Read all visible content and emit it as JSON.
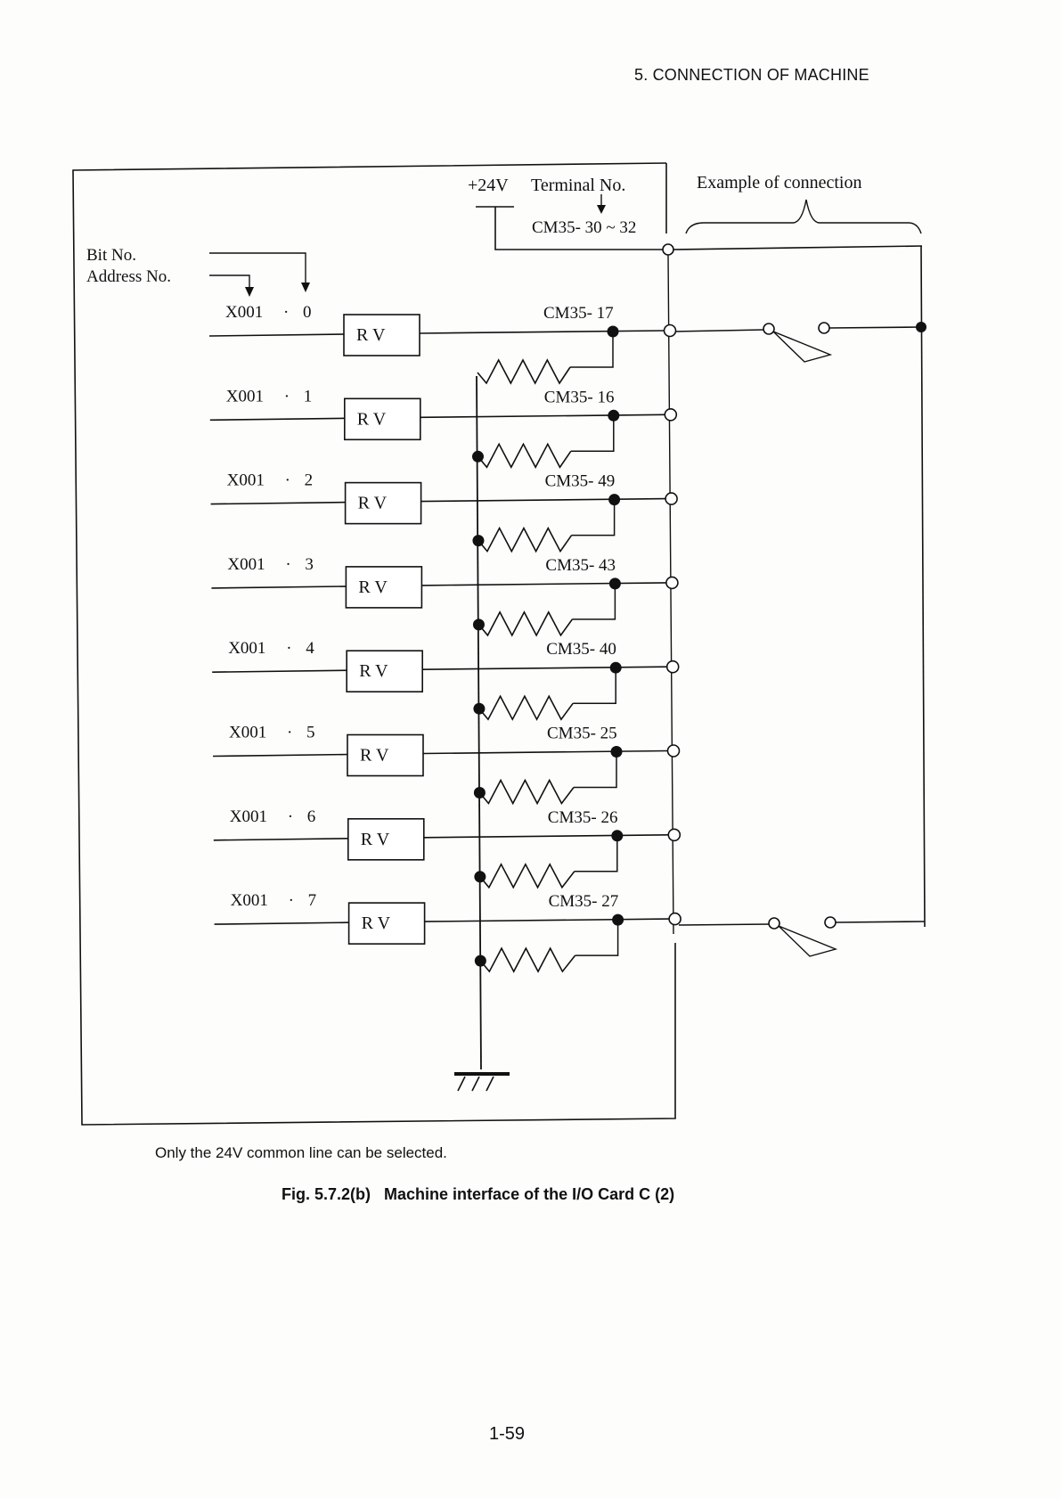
{
  "header": {
    "section": "5.  CONNECTION OF MACHINE"
  },
  "diagram": {
    "supply_label": "+24V",
    "terminal_label": "Terminal No.",
    "common_terminal": "CM35- 30 ~ 32",
    "example_label": "Example of connection",
    "bit_label": "Bit No.",
    "address_label": "Address No.",
    "receiver_label": "R V",
    "channels": [
      {
        "address": "X001",
        "bit": "0",
        "terminal": "CM35- 17"
      },
      {
        "address": "X001",
        "bit": "1",
        "terminal": "CM35- 16"
      },
      {
        "address": "X001",
        "bit": "2",
        "terminal": "CM35- 49"
      },
      {
        "address": "X001",
        "bit": "3",
        "terminal": "CM35- 43"
      },
      {
        "address": "X001",
        "bit": "4",
        "terminal": "CM35- 40"
      },
      {
        "address": "X001",
        "bit": "5",
        "terminal": "CM35- 25"
      },
      {
        "address": "X001",
        "bit": "6",
        "terminal": "CM35- 26"
      },
      {
        "address": "X001",
        "bit": "7",
        "terminal": "CM35- 27"
      }
    ]
  },
  "note": "Only the 24V common line can be selected.",
  "caption": {
    "number": "Fig. 5.7.2(b)",
    "text": "Machine interface of the I/O Card C (2)"
  },
  "page_number": "1-59"
}
